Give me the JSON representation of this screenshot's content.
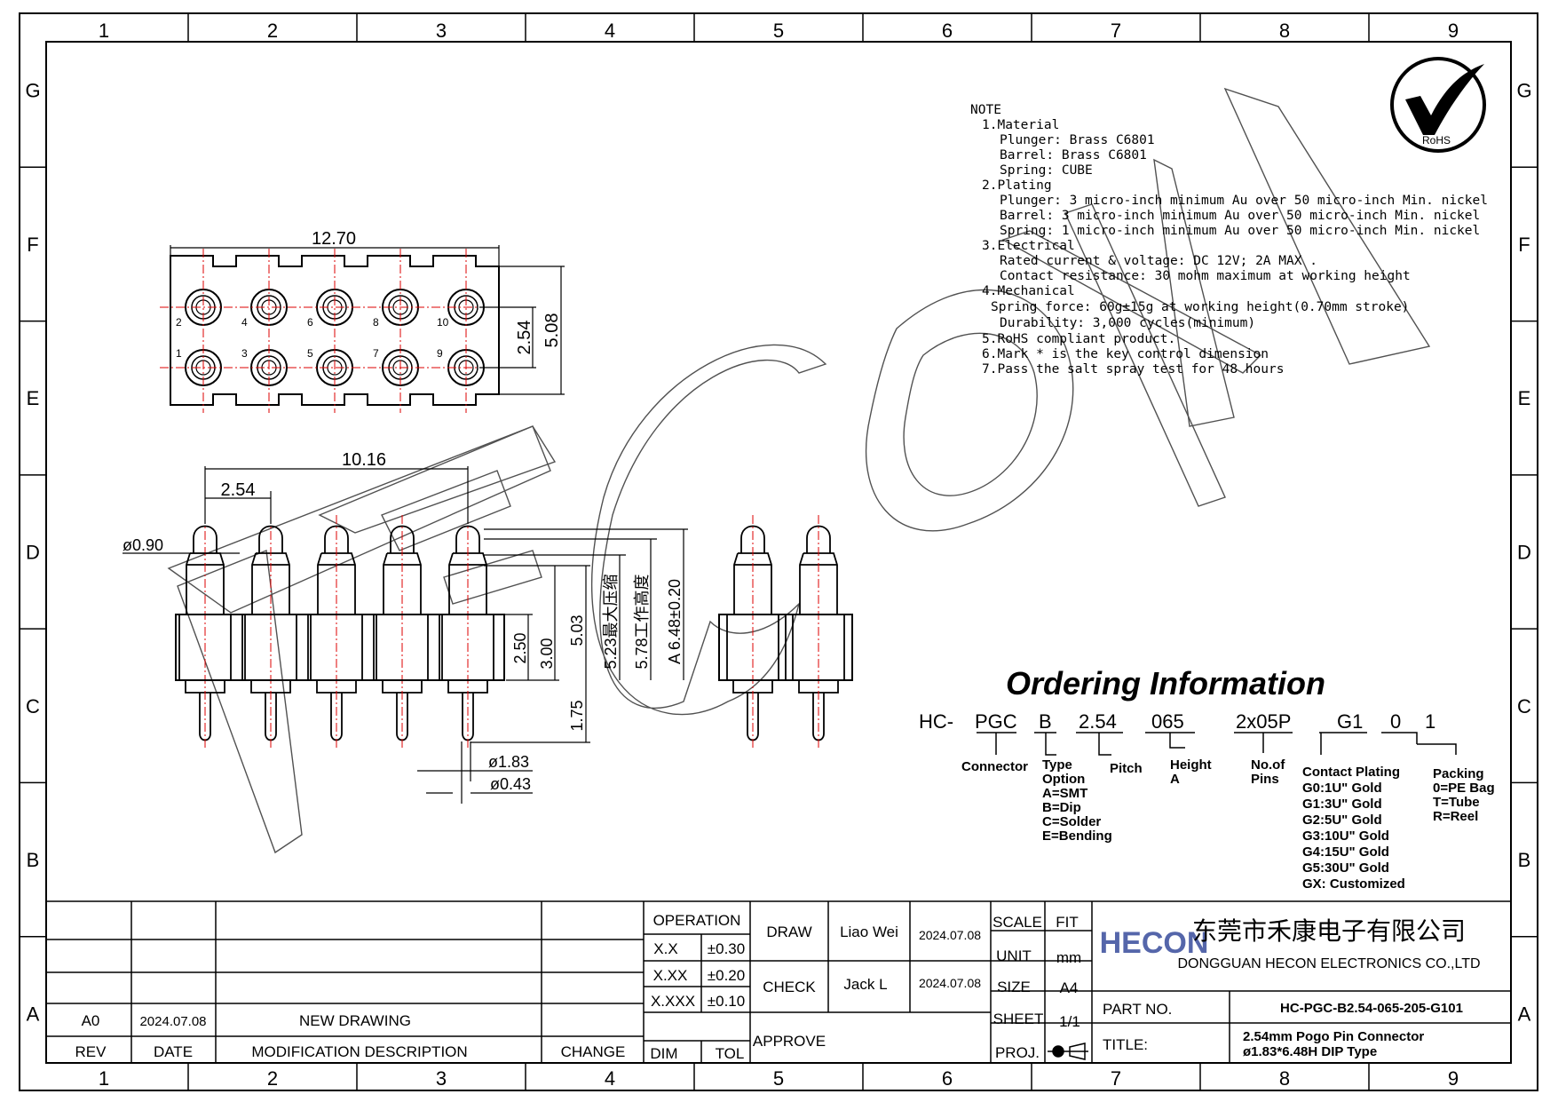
{
  "border": {
    "col_labels": [
      "1",
      "2",
      "3",
      "4",
      "5",
      "6",
      "7",
      "8",
      "9"
    ],
    "row_labels": [
      "G",
      "F",
      "E",
      "D",
      "C",
      "B",
      "A"
    ]
  },
  "watermark": "HECON",
  "rohs": "RoHS",
  "note": {
    "lines": [
      "NOTE",
      "1.Material",
      "Plunger: Brass C6801",
      "Barrel: Brass C6801",
      "Spring: CUBE",
      "2.Plating",
      "Plunger: 3 micro-inch minimum Au over 50 micro-inch Min. nickel",
      "Barrel: 3 micro-inch minimum Au over 50 micro-inch Min. nickel",
      "Spring: 1 micro-inch minimum Au over 50 micro-inch Min. nickel",
      "3.Electrical",
      "Rated current & voltage: DC 12V; 2A MAX .",
      "Contact resistance: 30 mohm maximum at working height",
      "4.Mechanical",
      "Spring force: 60g±15g  at working height(0.70mm stroke)",
      "Durability: 3,000 cycles(minimum)",
      "5.RoHS compliant product.",
      "6.Mark * is the key control dimension",
      "7.Pass the salt spray test for 48 hours"
    ]
  },
  "top_view": {
    "width_dim": "12.70",
    "pitch_dim": "2.54",
    "height_dim": "5.08",
    "top_pin_labels": [
      "2",
      "4",
      "6",
      "8",
      "10"
    ],
    "bottom_pin_labels": [
      "1",
      "3",
      "5",
      "7",
      "9"
    ]
  },
  "side_view": {
    "span_dim": "10.16",
    "pitch_dim": "2.54",
    "tip_dia": "ø0.90",
    "dim_250": "2.50",
    "dim_300": "3.00",
    "dim_503": "5.03",
    "dim_523": "5.23",
    "dim_523_note": "最大压缩",
    "dim_578": "5.78",
    "dim_578_note": "工作高度",
    "dim_648": "A 6.48±0.20",
    "dim_175": "1.75",
    "dia_183": "ø1.83",
    "dia_043": "ø0.43"
  },
  "ordering": {
    "title": "Ordering Information",
    "code_parts": [
      "HC-",
      "PGC",
      "B",
      "2.54",
      "065",
      "2x05P",
      "G1",
      "0",
      "1"
    ],
    "connector": "Connector",
    "type_option": [
      "Type",
      "Option",
      "A=SMT",
      "B=Dip",
      "C=Solder",
      "E=Bending"
    ],
    "pitch": "Pitch",
    "height": [
      "Height",
      "A"
    ],
    "pins": [
      "No.of",
      "Pins"
    ],
    "plating": [
      "Contact  Plating",
      "G0:1U\"  Gold",
      "G1:3U\"  Gold",
      "G2:5U\"  Gold",
      "G3:10U\"  Gold",
      "G4:15U\"  Gold",
      "G5:30U\"  Gold",
      "GX:  Customized"
    ],
    "packing": [
      "Packing",
      "0=PE  Bag",
      "T=Tube",
      "R=Reel"
    ]
  },
  "title_block": {
    "rev_header": "REV",
    "date_header": "DATE",
    "mod_header": "MODIFICATION  DESCRIPTION",
    "change_header": "CHANGE",
    "rev_value": "A0",
    "date_value": "2024.07.08",
    "mod_value": "NEW  DRAWING",
    "operation": "OPERATION",
    "tolerances": [
      {
        "dim": "X.X",
        "tol": "±0.30"
      },
      {
        "dim": "X.XX",
        "tol": "±0.20"
      },
      {
        "dim": "X.XXX",
        "tol": "±0.10"
      }
    ],
    "dim_label": "DIM",
    "tol_label": "TOL",
    "draw": "DRAW",
    "draw_name": "Liao  Wei",
    "draw_date": "2024.07.08",
    "check": "CHECK",
    "check_name": "Jack  L",
    "check_date": "2024.07.08",
    "approve": "APPROVE",
    "scale": "SCALE",
    "scale_value": "FIT",
    "unit": "UNIT",
    "unit_value": "mm",
    "size": "SIZE",
    "size_value": "A4",
    "sheet": "SHEET",
    "sheet_value": "1/1",
    "proj": "PROJ.",
    "company_logo": "HECON",
    "company_cn": "东莞市禾康电子有限公司",
    "company_en": "DONGGUAN  HECON  ELECTRONICS  CO.,LTD",
    "part_no_label": "PART  NO.",
    "part_no": "HC-PGC-B2.54-065-205-G101",
    "title_label": "TITLE:",
    "title_line1": "2.54mm  Pogo  Pin  Connector",
    "title_line2": "ø1.83*6.48H  DIP  Type"
  }
}
